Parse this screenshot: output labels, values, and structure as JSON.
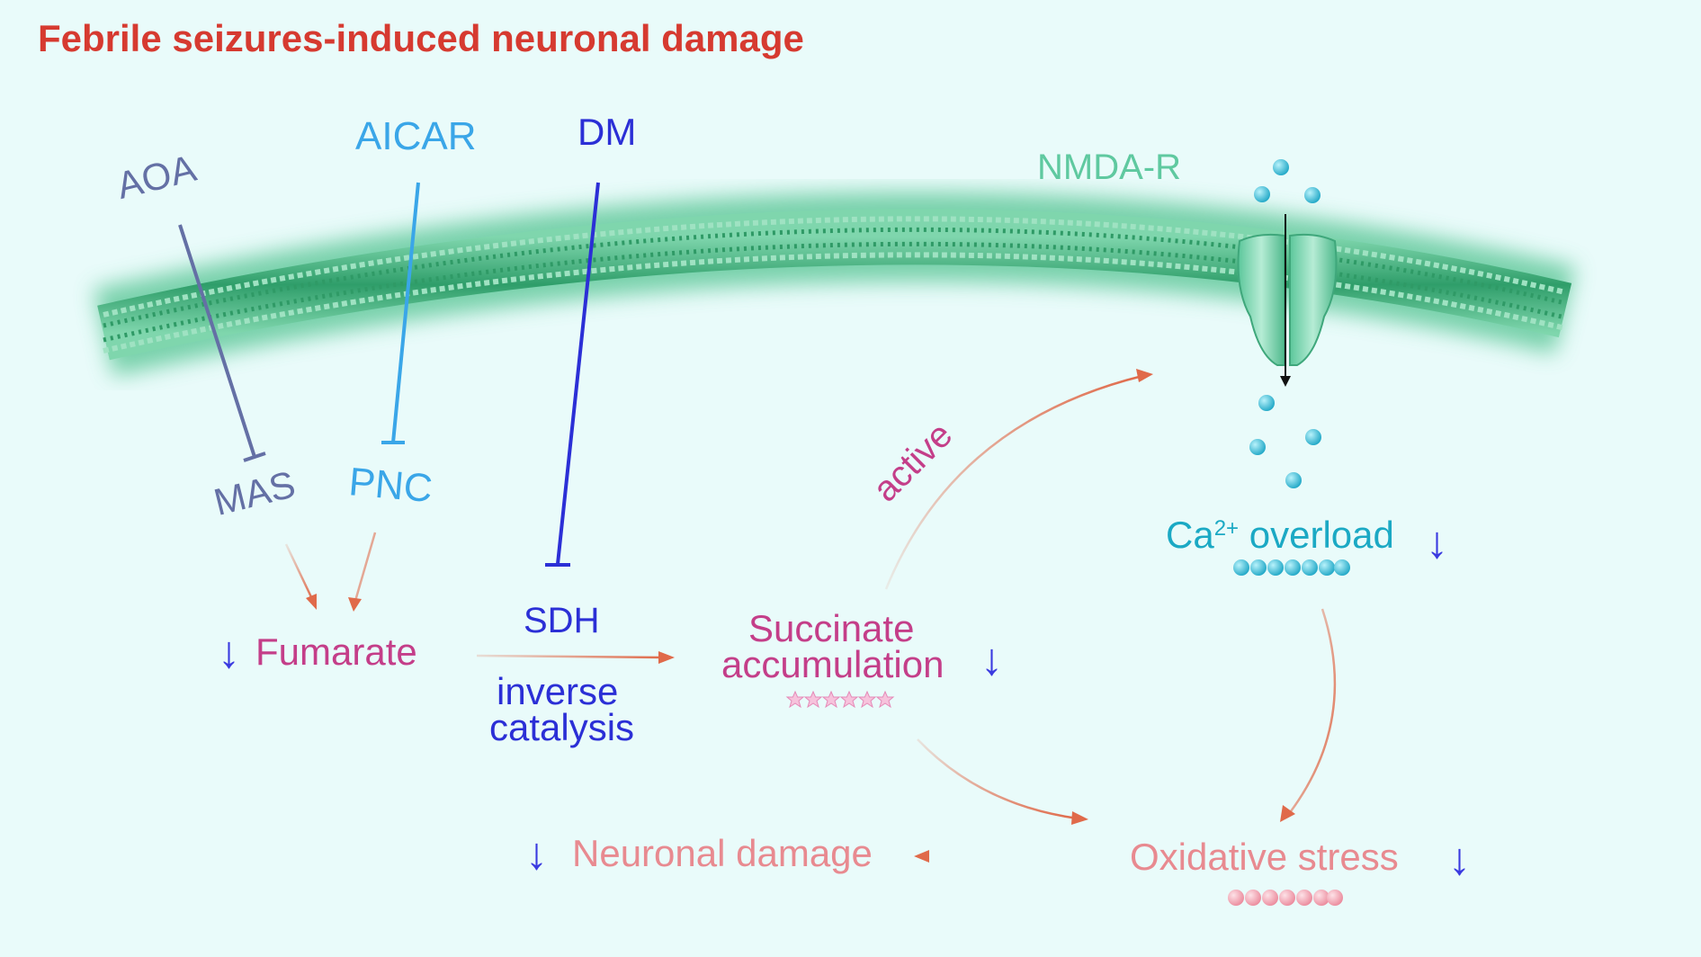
{
  "title": "Febrile seizures-induced neuronal damage",
  "labels": {
    "aoa": "AOA",
    "aicar": "AICAR",
    "dm": "DM",
    "nmda": "NMDA-R",
    "mas": "MAS",
    "pnc": "PNC",
    "fumarate": "Fumarate",
    "sdh": "SDH",
    "inverse": "inverse",
    "catalysis": "catalysis",
    "succinate": "Succinate",
    "accumulation": "accumulation",
    "active": "active",
    "ca_base": "Ca",
    "ca_sup": "2+",
    "ca_rest": " overload",
    "oxidative": "Oxidative stress",
    "neuronal": "Neuronal damage"
  },
  "arrows": {
    "down": "↓"
  },
  "colors": {
    "title": "#d63a30",
    "membrane": "#3daf7d",
    "pathway_arrow": "#e06a4a",
    "decrease_arrow": "#3a3ae0",
    "ca_ion": "#34c3dc",
    "oxidative_bead": "#f4a7b3",
    "succinate_star": "#f2a6c8"
  }
}
